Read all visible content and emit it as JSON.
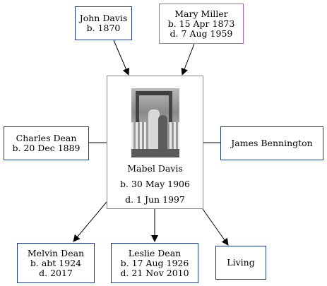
{
  "people": {
    "john": {
      "name": "John Davis",
      "born": "b. 1870"
    },
    "mary": {
      "name": "Mary Miller",
      "born": "b. 15 Apr 1873",
      "died": "d. 7 Aug 1959"
    },
    "charles": {
      "name": "Charles Dean",
      "born": "b. 20 Dec 1889"
    },
    "mabel": {
      "name": "Mabel Davis",
      "born": "b. 30 May 1906",
      "died": "d. 1 Jun 1997"
    },
    "james": {
      "name": "James Bennington"
    },
    "melvin": {
      "name": "Melvin Dean",
      "born": "b. abt 1924",
      "died": "d. 2017"
    },
    "leslie": {
      "name": "Leslie Dean",
      "born": "b. 17 Aug 1926",
      "died": "d. 21 Nov 2010"
    },
    "living": {
      "name": "Living"
    }
  },
  "colors": {
    "male_border": "#1a3a8f",
    "female_border": "#c55ab8",
    "edge": "#000000"
  }
}
